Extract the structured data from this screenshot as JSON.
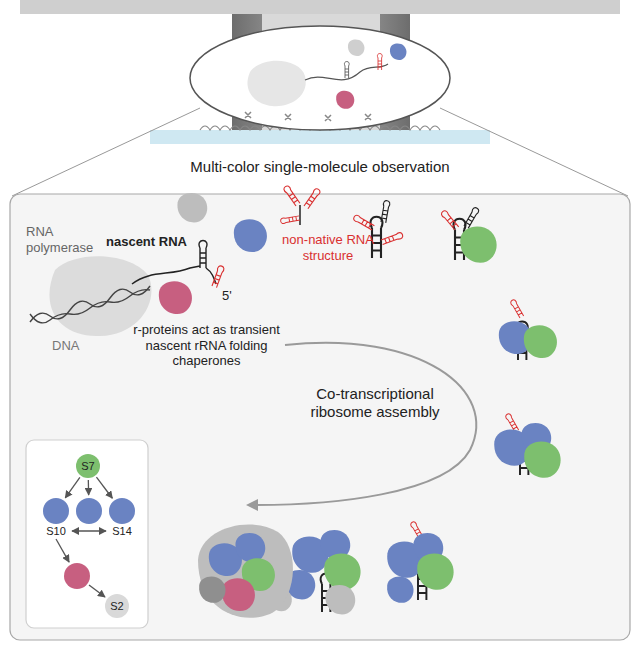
{
  "diagram": {
    "nodes": [
      {
        "text": [
          "S7"
        ]
      },
      {
        "text": [
          "S10"
        ]
      },
      {
        "text": []
      },
      {
        "text": [
          "S14"
        ]
      },
      {
        "text": []
      },
      {
        "text": [
          "S2"
        ]
      }
    ],
    "edges": [
      {
        "from": 0,
        "to": 1,
        "arrow": "to"
      },
      {
        "from": 0,
        "to": 2,
        "arrow": "to"
      },
      {
        "from": 0,
        "to": 3,
        "arrow": "to"
      },
      {
        "from": 1,
        "to": 3,
        "arrow": "both"
      },
      {
        "from": 1,
        "to": 4,
        "arrow": "to"
      },
      {
        "from": 4,
        "to": 5,
        "arrow": "to"
      }
    ],
    "labels": [
      "Multi-color single-molecule observation",
      "RNA polymerase",
      "nascent RNA",
      "DNA",
      "5'",
      "r-proteins act as transient nascent rRNA folding chaperones",
      "non-native RNA structure",
      "Co-transcriptional ribosome assembly"
    ]
  }
}
